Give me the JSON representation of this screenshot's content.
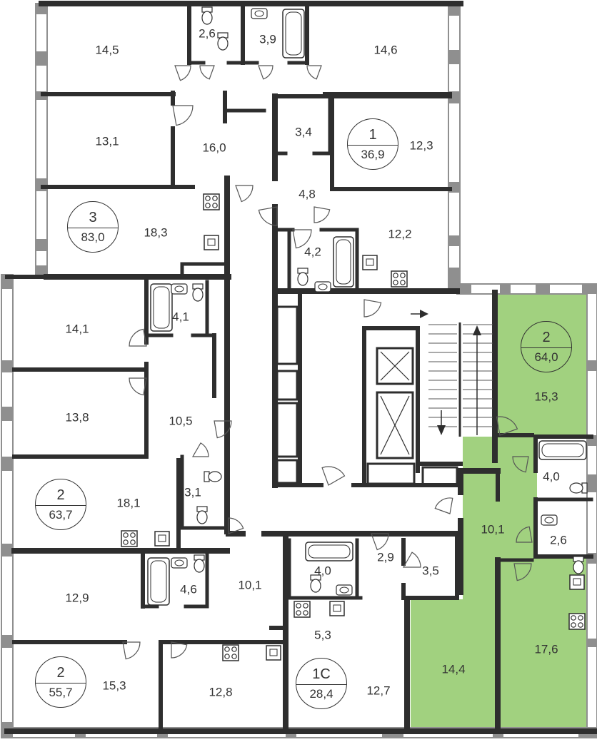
{
  "rooms": [
    {
      "area": "14,5"
    },
    {
      "area": "2,6"
    },
    {
      "area": "3,9"
    },
    {
      "area": "14,6"
    },
    {
      "area": "13,1"
    },
    {
      "area": "16,0"
    },
    {
      "area": "3,4"
    },
    {
      "area": "12,3"
    },
    {
      "area": "4,8"
    },
    {
      "area": "18,3"
    },
    {
      "area": "4,2"
    },
    {
      "area": "12,2"
    },
    {
      "area": "14,1"
    },
    {
      "area": "4,1"
    },
    {
      "area": "15,3"
    },
    {
      "area": "13,8"
    },
    {
      "area": "10,5"
    },
    {
      "area": "18,1"
    },
    {
      "area": "3,1"
    },
    {
      "area": "4,0"
    },
    {
      "area": "10,1"
    },
    {
      "area": "2,6"
    },
    {
      "area": "12,9"
    },
    {
      "area": "4,6"
    },
    {
      "area": "10,1"
    },
    {
      "area": "4,0"
    },
    {
      "area": "2,9"
    },
    {
      "area": "3,5"
    },
    {
      "area": "5,3"
    },
    {
      "area": "17,6"
    },
    {
      "area": "15,3"
    },
    {
      "area": "12,8"
    },
    {
      "area": "12,7"
    },
    {
      "area": "14,4"
    }
  ],
  "apartments": [
    {
      "number": "1",
      "area": "36,9",
      "highlighted": false
    },
    {
      "number": "3",
      "area": "83,0",
      "highlighted": false
    },
    {
      "number": "2",
      "area": "64,0",
      "highlighted": true
    },
    {
      "number": "2",
      "area": "63,7",
      "highlighted": false
    },
    {
      "number": "2",
      "area": "55,7",
      "highlighted": false
    },
    {
      "number": "1С",
      "area": "28,4",
      "highlighted": false
    }
  ],
  "colors": {
    "wall": "#2e2e2e",
    "window": "#8f8f8f",
    "highlight": "#a1d17f",
    "background": "#ffffff"
  }
}
